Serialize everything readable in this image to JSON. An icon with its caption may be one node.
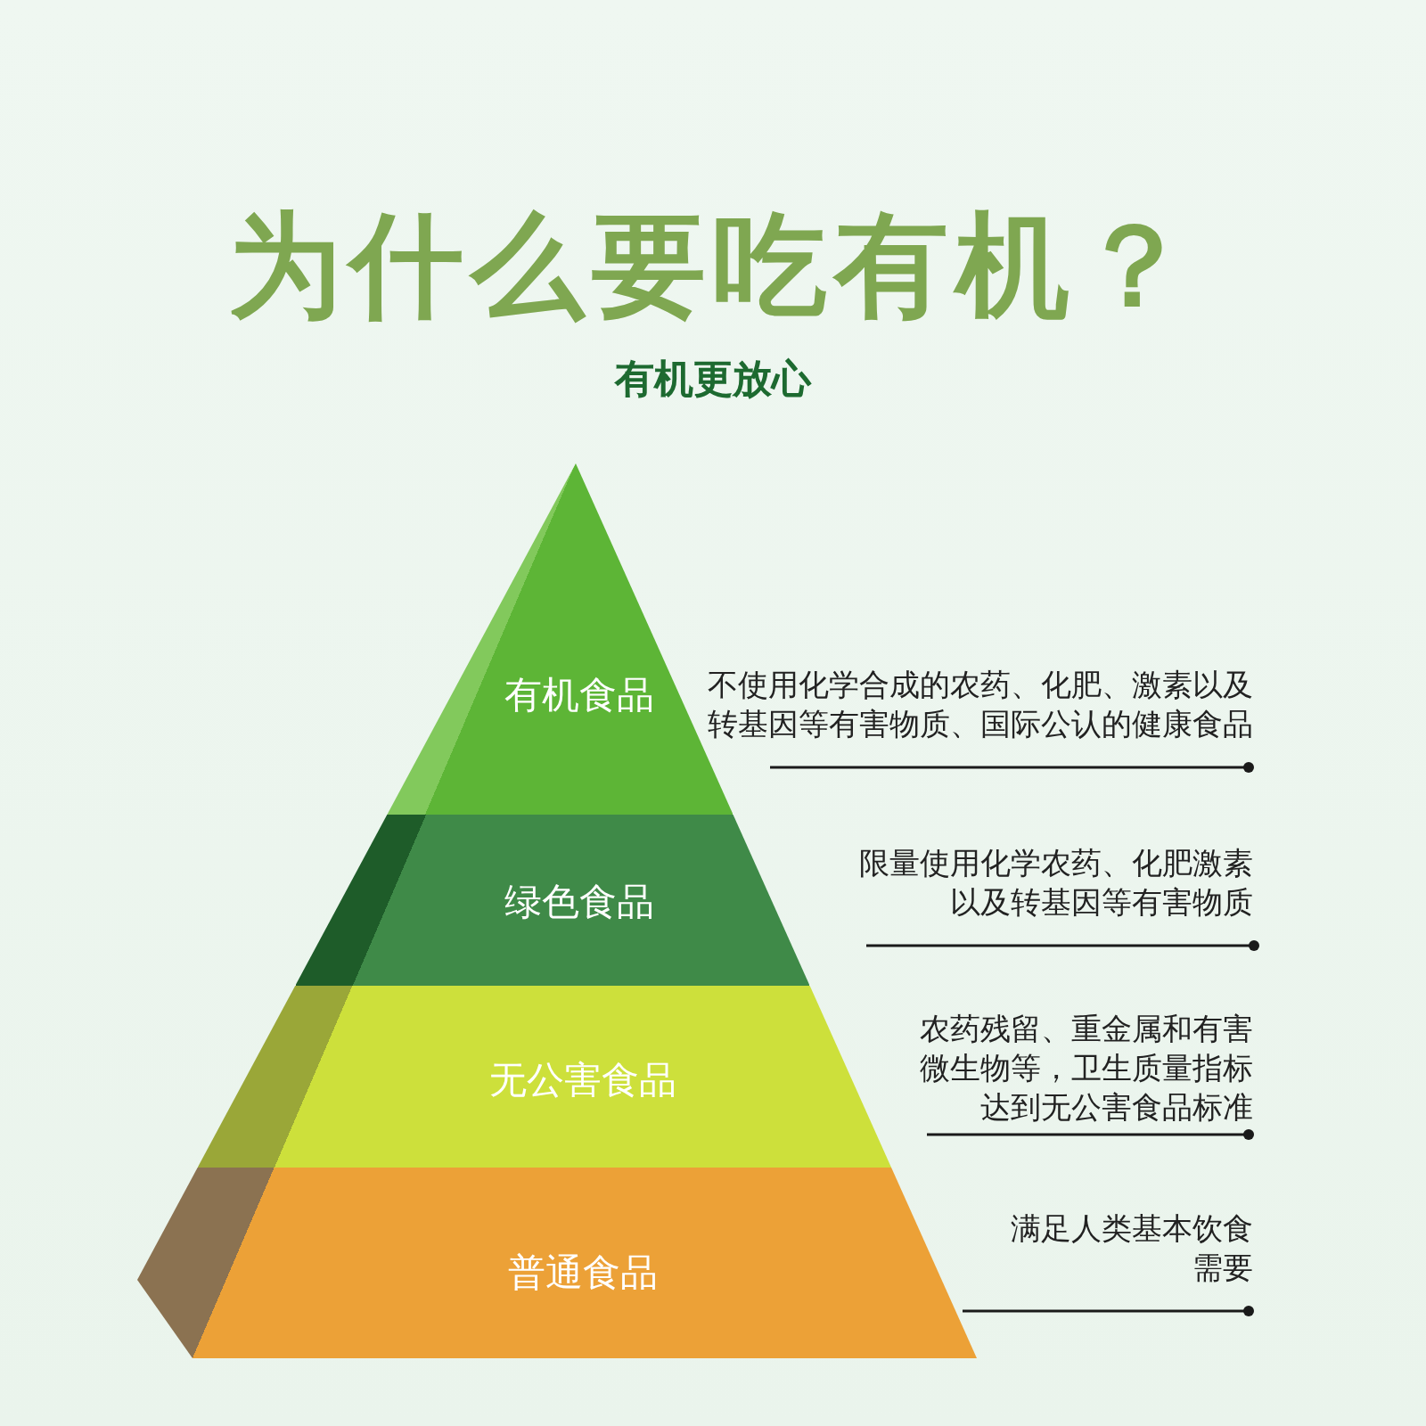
{
  "diagram": {
    "title": "为什么要吃有机？",
    "nodes": [
      {
        "text": [
          "有机食品"
        ],
        "beside": [
          "不使用化学合成的农药、化肥、激素以及转基因等有害物质、国际公认的健康食品"
        ]
      },
      {
        "text": [
          "绿色食品"
        ],
        "beside": [
          "限量使用化学农药、化肥激素以及转基因等有害物质"
        ]
      },
      {
        "text": [
          "无公害食品"
        ],
        "beside": [
          "农药残留、重金属和有害微生物等，卫生质量指标达到无公害食品标准"
        ]
      },
      {
        "text": [
          "普通食品"
        ],
        "beside": [
          "满足人类基本饮食需要"
        ]
      }
    ],
    "labels": [
      "有机更放心"
    ]
  }
}
